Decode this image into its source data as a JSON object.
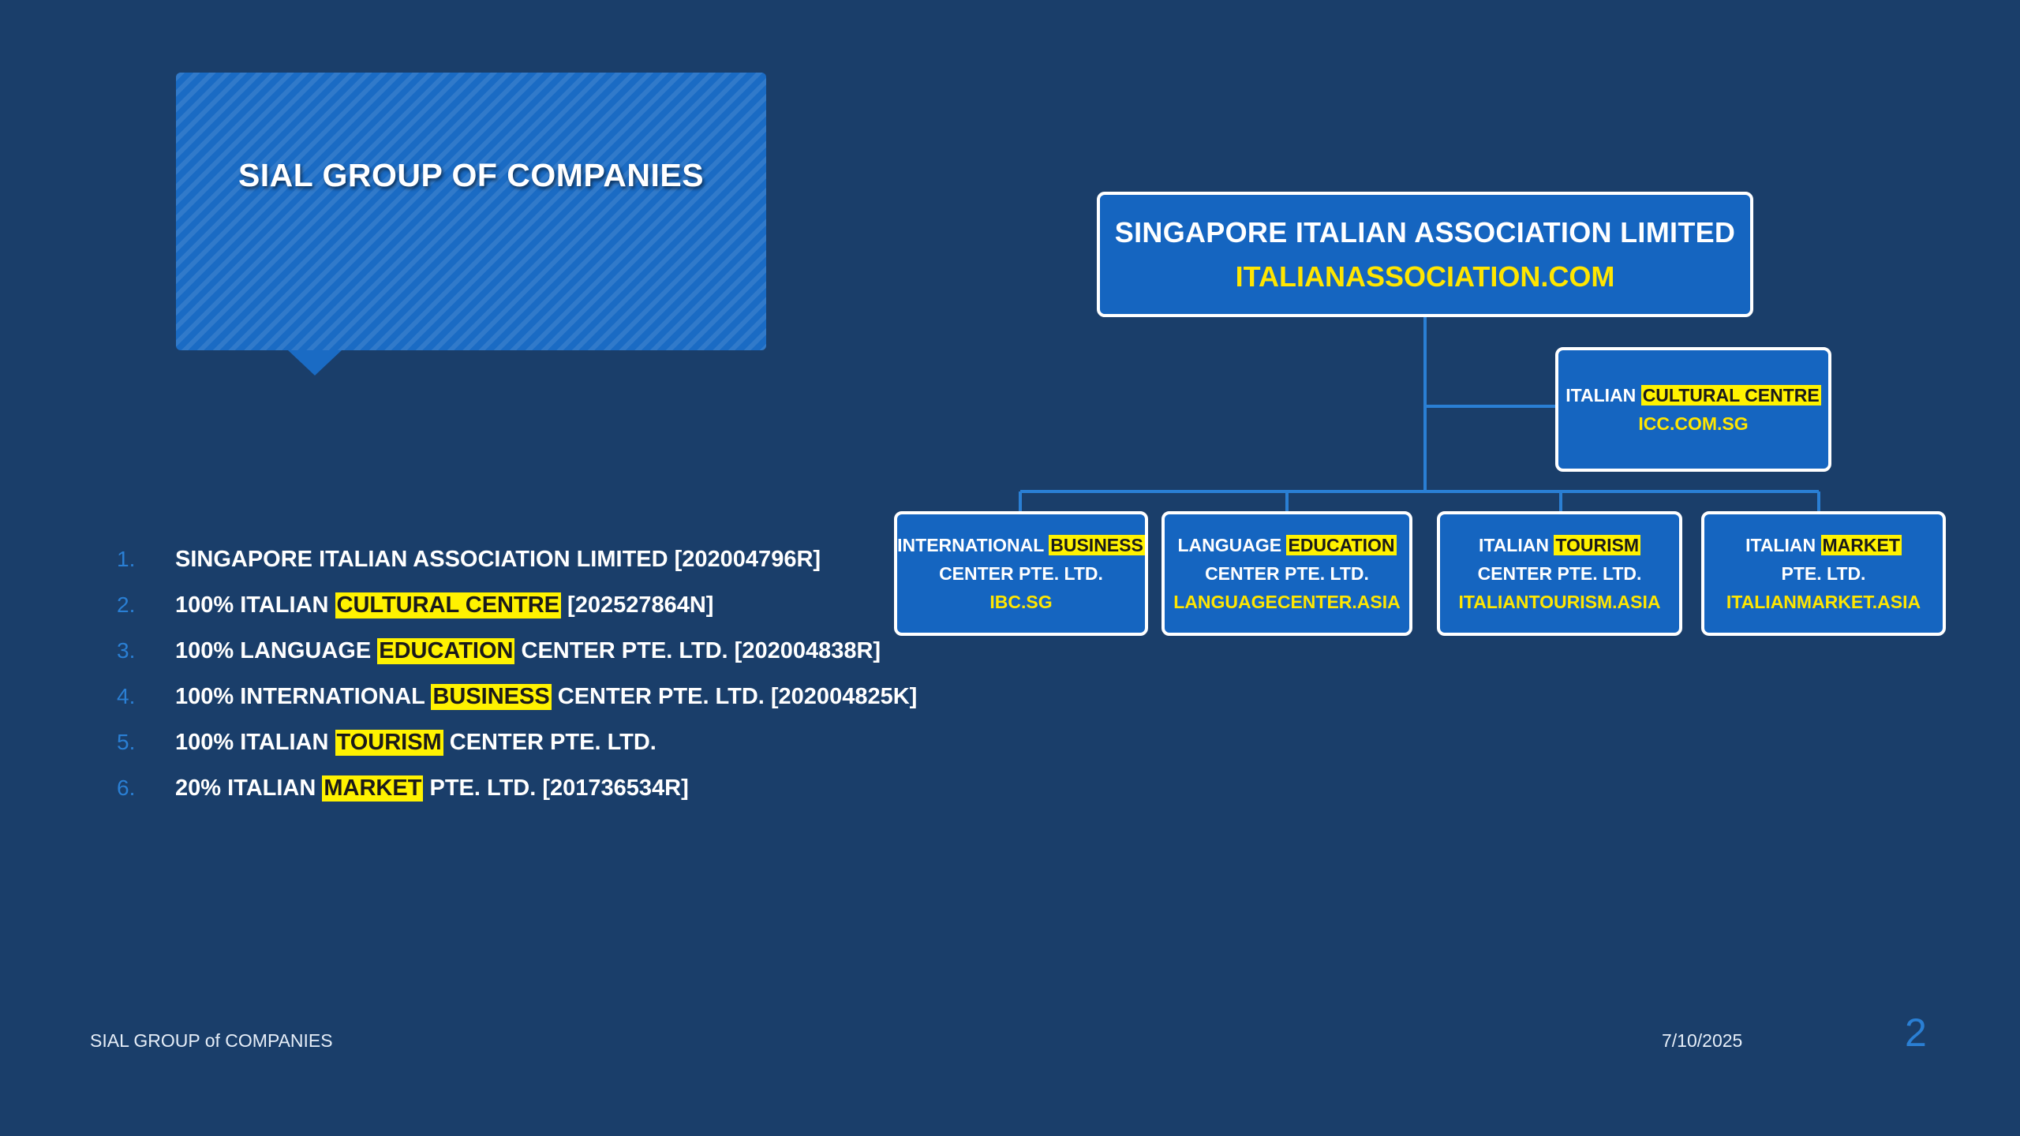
{
  "slide_title": "SIAL GROUP OF COMPANIES",
  "companies": [
    {
      "num": "1.",
      "pre": "SINGAPORE ITALIAN ASSOCIATION LIMITED [202004796R]",
      "hl": "",
      "post": ""
    },
    {
      "num": "2.",
      "pre": "100% ITALIAN ",
      "hl": "CULTURAL CENTRE",
      "post": " [202527864N]"
    },
    {
      "num": "3.",
      "pre": "100% LANGUAGE ",
      "hl": "EDUCATION",
      "post": " CENTER PTE. LTD. [202004838R]"
    },
    {
      "num": "4.",
      "pre": "100% INTERNATIONAL ",
      "hl": "BUSINESS",
      "post": " CENTER PTE. LTD. [202004825K]"
    },
    {
      "num": "5.",
      "pre": "100% ITALIAN ",
      "hl": "TOURISM",
      "post": " CENTER PTE. LTD."
    },
    {
      "num": "6.",
      "pre": "20% ITALIAN ",
      "hl": "MARKET",
      "post": " PTE. LTD. [201736534R]"
    }
  ],
  "org": {
    "root": {
      "name": "SINGAPORE ITALIAN ASSOCIATION LIMITED",
      "url": "ITALIANASSOCIATION.COM"
    },
    "icc": {
      "pre": "ITALIAN ",
      "hl": "CULTURAL CENTRE",
      "url": "ICC.COM.SG"
    },
    "ibc": {
      "pre": "INTERNATIONAL ",
      "hl": "BUSINESS",
      "line2": "CENTER PTE. LTD.",
      "url": "IBC.SG"
    },
    "lang": {
      "pre": "LANGUAGE ",
      "hl": "EDUCATION",
      "line2": "CENTER PTE. LTD.",
      "url": "LANGUAGECENTER.ASIA"
    },
    "tour": {
      "pre": "ITALIAN ",
      "hl": "TOURISM",
      "line2": "CENTER PTE. LTD.",
      "url": "ITALIANTOURISM.ASIA"
    },
    "mkt": {
      "pre": "ITALIAN ",
      "hl": "MARKET",
      "line2": "PTE. LTD.",
      "url": "ITALIANMARKET.ASIA"
    }
  },
  "footer": {
    "left": "SIAL GROUP of COMPANIES",
    "date": "7/10/2025",
    "page": "2"
  },
  "colors": {
    "background": "#1a3e6a",
    "box": "#1565c0",
    "highlight": "#fff200",
    "url_text": "#ffe600",
    "list_number": "#2a7fd4"
  }
}
